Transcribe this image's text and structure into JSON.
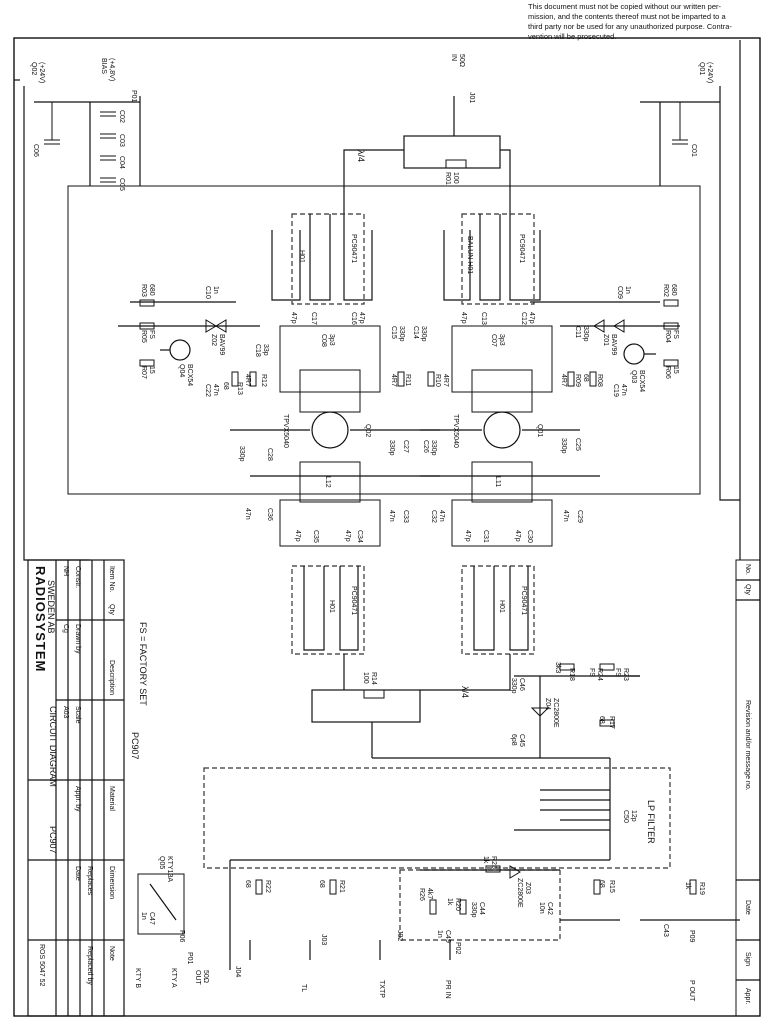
{
  "notice": {
    "line1": "This document must not be copied without our written per-",
    "line2": "mission, and the contents thereof must not be imparted to a",
    "line3": "third party nor be used for any unauthorized purpose. Contra-",
    "line4": "vention will be prosecuted."
  },
  "title_block": {
    "company": "RADIOSYSTEM",
    "company_sub": "SWEDEN AB",
    "doc_type": "CIRCUIT DIAGRAM",
    "product": "PC907",
    "part": "PC907",
    "scale": "A03",
    "drawn_by": "Cg",
    "checked_by": "NH",
    "doc_number": "ROS 5047 52",
    "headers": [
      "Item No.",
      "Qty",
      "Description",
      "Material",
      "Dimension",
      "Note"
    ],
    "row_labels": [
      "Constr.",
      "Drawn by",
      "Scale",
      "Appr. by",
      "Date",
      "Replaces",
      "Replaced by"
    ]
  },
  "revision_block": {
    "headers": [
      "No.",
      "Qty",
      "Revision and/or message no.",
      "Date",
      "Sign",
      "Appr."
    ]
  },
  "notes": {
    "factory_set": "FS = FACTORY SET",
    "lp_filter": "LP FILTER"
  },
  "terminals": {
    "q02": "Q02",
    "q02_v": "(+24V)",
    "bias": "BIAS",
    "bias_v": "(+4,8V)",
    "in": "IN",
    "in_imp": "50Ω",
    "q01": "Q01",
    "q01_v": "(+24V)",
    "p_out": "P OUT",
    "pr_in": "PR IN",
    "txtp": "TXTP",
    "tl": "TL",
    "out": "OUT",
    "out_imp": "50Ω",
    "ktya": "KTY A",
    "ktyb": "KTY B"
  },
  "components": {
    "r_in": "R01",
    "r_in_v": "100",
    "r14": "R14",
    "r14_v": "100",
    "q_left": "Q02",
    "q_left_t": "TPVX5040",
    "q_right": "Q01",
    "q_right_t": "TPVX5040",
    "h_ul": "H01",
    "pc_ul": "PC90471",
    "h_ur": "BALUN H01",
    "pc_ur": "PC90471",
    "h_ll": "H01",
    "pc_ll": "PC90471",
    "h_lr": "H01",
    "pc_lr": "PC90471",
    "l12": "L12",
    "l11": "L11",
    "r03": "R03",
    "r03_v": "680",
    "r02": "R02",
    "r02_v": "680",
    "r05": "R05",
    "r05_v": "FS",
    "r04": "R04",
    "r04_v": "FS",
    "r07": "R07",
    "r07_v": "15",
    "r06": "R06",
    "r06_v": "15",
    "q04": "Q04",
    "q04_t": "BCX54",
    "q03": "Q03",
    "q03_t": "BCX54",
    "z02": "Z02",
    "z02_t": "BAV99",
    "z01": "Z01",
    "z01_t": "BAV99",
    "z04": "Z04",
    "z04_t": "ZC2800E",
    "z03": "Z03",
    "z03_t": "ZC2800E",
    "q05": "Q05",
    "q05_t": "KTY13A",
    "c50": "C50",
    "c50_v": "12p",
    "r17": "R17",
    "r17_v": "68",
    "r18": "R18",
    "r18_v": "3k3",
    "r23": "R23",
    "r23_v": "FS",
    "r24": "R24",
    "r24_v": "FS",
    "r22": "R22",
    "r22_v": "68",
    "r21": "R21",
    "r21_v": "68",
    "r15": "R15",
    "r15_v": "68",
    "r19": "R19",
    "r19_v": "1k",
    "r25": "R25",
    "r25_v": "1k",
    "r26": "R26",
    "r26_v": "4k7",
    "r20": "R20",
    "r20_v": "1k",
    "c47": "C47",
    "c47_v": "1n",
    "c49": "C49",
    "c49_v": "1n",
    "c44": "C44",
    "c44_v": "330p",
    "c42": "C42",
    "c42_v": "10n",
    "c46": "C46",
    "c46_v": "330p",
    "c45": "C45",
    "c45_v": "6p8",
    "c16": "C16",
    "c17": "C17",
    "c12": "C12",
    "c13": "C13",
    "v47p": "47p",
    "c14": "C14",
    "c15": "C15",
    "v330p": "330p",
    "c08": "C08",
    "c07": "C07",
    "v3p3": "3p3",
    "c11": "C11",
    "v33p": "33p",
    "c18": "C18",
    "r11": "R11",
    "r10": "R10",
    "r09": "R09",
    "r12": "R12",
    "r13": "R13",
    "r08": "R08",
    "v4r7": "4R7",
    "v68": "68",
    "c28": "C28",
    "c25": "C25",
    "c27": "C27",
    "c26": "C26",
    "c36": "C36",
    "c29": "C29",
    "c33": "C33",
    "c32": "C32",
    "v47n": "47n",
    "c34": "C34",
    "c35": "C35",
    "c30": "C30",
    "c31": "C31",
    "c10": "C10",
    "c09": "C09",
    "v1n": "1n",
    "c02": "C02",
    "c03": "C03",
    "c04": "C04",
    "c05": "C05",
    "c06": "C06",
    "c01": "C01",
    "v47n_b": "47n",
    "c22": "C22",
    "c19": "C19",
    "c43": "C43",
    "lambda": "λ/4",
    "p01": "P01",
    "p02": "P02",
    "p06": "P06",
    "p09": "P09",
    "j01": "J01",
    "j02": "J02",
    "j03": "J03",
    "j04": "J04"
  },
  "colors": {
    "ink": "#111111",
    "paper": "#ffffff",
    "dashed": "#333333"
  }
}
